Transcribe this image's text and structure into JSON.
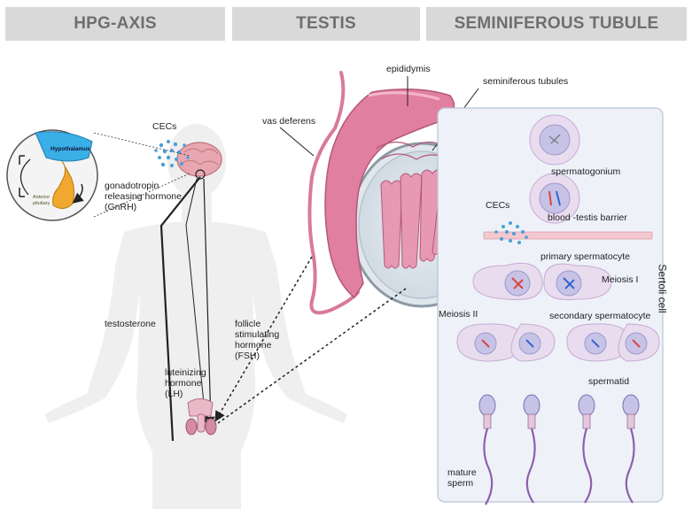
{
  "headers": {
    "hpg_axis": "HPG-AXIS",
    "testis": "TESTIS",
    "seminiferous_tubule": "SEMINIFEROUS TUBULE"
  },
  "hpg": {
    "cecs": "CECs",
    "hypothalamus": "Hypothalamus",
    "anterior_pituitary_line1": "Anterior",
    "anterior_pituitary_line2": "pituitary",
    "gnrh_line1": "gonadotropin",
    "gnrh_line2": "releasing hormone",
    "gnrh_line3": "(GnRH)",
    "testosterone": "testosterone",
    "fsh_line1": "follicle",
    "fsh_line2": "stimulating",
    "fsh_line3": "hormone",
    "fsh_line4": "(FSH)",
    "lh_line1": "luteinizing",
    "lh_line2": "hormone",
    "lh_line3": "(LH)"
  },
  "testis": {
    "vas_deferens": "vas deferens",
    "epididymis": "epididymis",
    "seminiferous_tubules": "seminiferous tubules"
  },
  "tubule": {
    "spermatogonium": "spermatogonium",
    "cecs": "CECs",
    "blood_testis_barrier": "blood -testis barrier",
    "primary_spermatocyte": "primary spermatocyte",
    "meiosis_1": "Meiosis I",
    "meiosis_2": "Meiosis II",
    "secondary_spermatocyte": "secondary spermatocyte",
    "spermatid": "spermatid",
    "mature_sperm_line1": "mature",
    "mature_sperm_line2": "sperm",
    "sertoli_cell": "Sertoli cell"
  },
  "colors": {
    "header_bg": "#d9d9d9",
    "header_text": "#6f6f6f",
    "testis_pink": "#e07fa0",
    "panel_bg": "#eef2f8",
    "cell_fill": "#e9dcef",
    "nucleus_fill": "#c6c3e6",
    "cec_dot": "#4a9fd6",
    "hypothalamus": "#3aaee6",
    "pituitary": "#f0a830"
  }
}
